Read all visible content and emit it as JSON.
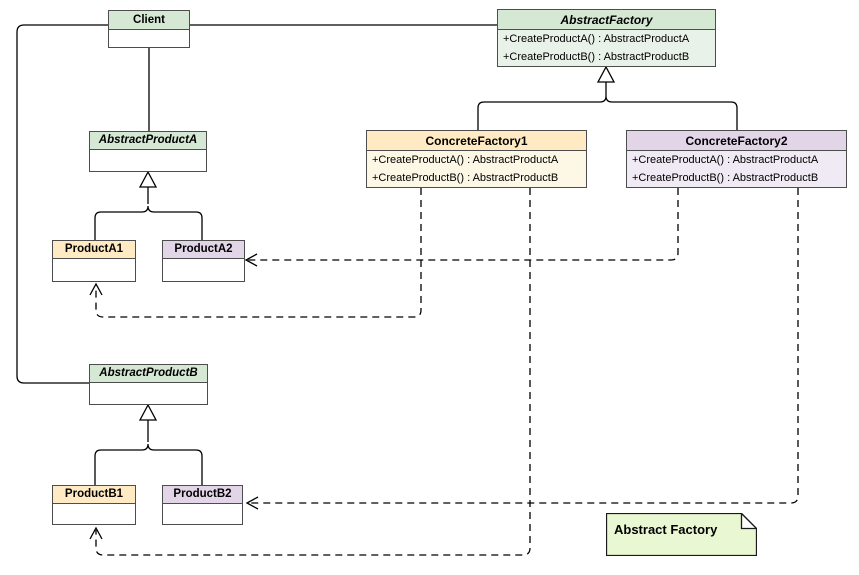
{
  "diagram": {
    "kind": "uml-class-diagram",
    "pattern": "Abstract Factory",
    "note": {
      "text": "Abstract Factory"
    },
    "classes": {
      "client": {
        "name": "Client",
        "abstract": false,
        "methods": []
      },
      "abstract_factory": {
        "name": "AbstractFactory",
        "abstract": true,
        "methods": [
          "+CreateProductA() : AbstractProductA",
          "+CreateProductB() : AbstractProductB"
        ]
      },
      "concrete_factory1": {
        "name": "ConcreteFactory1",
        "abstract": false,
        "methods": [
          "+CreateProductA() : AbstractProductA",
          "+CreateProductB() : AbstractProductB"
        ]
      },
      "concrete_factory2": {
        "name": "ConcreteFactory2",
        "abstract": false,
        "methods": [
          "+CreateProductA() : AbstractProductA",
          "+CreateProductB() : AbstractProductB"
        ]
      },
      "abstract_product_a": {
        "name": "AbstractProductA",
        "abstract": true,
        "methods": []
      },
      "product_a1": {
        "name": "ProductA1",
        "abstract": false,
        "methods": []
      },
      "product_a2": {
        "name": "ProductA2",
        "abstract": false,
        "methods": []
      },
      "abstract_product_b": {
        "name": "AbstractProductB",
        "abstract": true,
        "methods": []
      },
      "product_b1": {
        "name": "ProductB1",
        "abstract": false,
        "methods": []
      },
      "product_b2": {
        "name": "ProductB2",
        "abstract": false,
        "methods": []
      }
    },
    "relationships": [
      {
        "from": "Client",
        "to": "AbstractFactory",
        "type": "association"
      },
      {
        "from": "Client",
        "to": "AbstractProductA",
        "type": "association"
      },
      {
        "from": "Client",
        "to": "AbstractProductB",
        "type": "association"
      },
      {
        "from": "ConcreteFactory1",
        "to": "AbstractFactory",
        "type": "generalization"
      },
      {
        "from": "ConcreteFactory2",
        "to": "AbstractFactory",
        "type": "generalization"
      },
      {
        "from": "ProductA1",
        "to": "AbstractProductA",
        "type": "generalization"
      },
      {
        "from": "ProductA2",
        "to": "AbstractProductA",
        "type": "generalization"
      },
      {
        "from": "ProductB1",
        "to": "AbstractProductB",
        "type": "generalization"
      },
      {
        "from": "ProductB2",
        "to": "AbstractProductB",
        "type": "generalization"
      },
      {
        "from": "ConcreteFactory1",
        "to": "ProductA1",
        "type": "dependency"
      },
      {
        "from": "ConcreteFactory1",
        "to": "ProductB1",
        "type": "dependency"
      },
      {
        "from": "ConcreteFactory2",
        "to": "ProductA2",
        "type": "dependency"
      },
      {
        "from": "ConcreteFactory2",
        "to": "ProductB2",
        "type": "dependency"
      }
    ],
    "colors": {
      "green_fill": "#d5e8d4",
      "yellow_fill": "#ffeac3",
      "purple_fill": "#e1d5e7",
      "note_fill": "#e9f8d2",
      "box_border": "#4d4d4d",
      "line": "#000000"
    }
  }
}
